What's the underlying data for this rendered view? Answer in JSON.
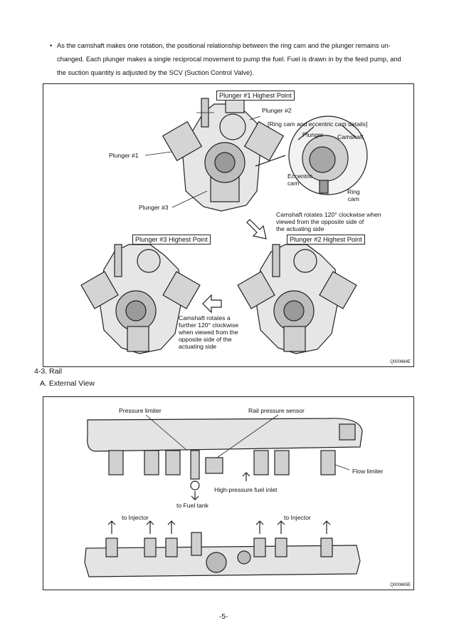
{
  "intro": {
    "bullet": "•",
    "line1": "As the camshaft makes one rotation, the positional relationship between the ring cam and the plunger remains un-",
    "line2": "changed. Each plunger makes a single reciprocal movement to pump the fuel. Fuel is drawn in by the feed pump, and",
    "line3": "the suction quantity is adjusted by the SCV (Suction Control Valve)."
  },
  "figure1": {
    "title_top": "Plunger #1 Highest Point",
    "plunger2": "Plunger #2",
    "plunger1": "Plunger #1",
    "plunger3": "Plunger #3",
    "detail_title": "[Ring cam and eccentric cam details]",
    "detail_plunger": "Plunger",
    "detail_camshaft": "Camshaft",
    "detail_eccentric": "Eccentric cam",
    "detail_eccentric_l1": "Eccentric",
    "detail_eccentric_l2": "cam",
    "detail_ring_l1": "Ring",
    "detail_ring_l2": "cam",
    "rot1_l1": "Camshaft rotates 120° clockwise when",
    "rot1_l2": "viewed from the opposite side of",
    "rot1_l3": "the actuating side",
    "title_left": "Plunger #3 Highest Point",
    "title_right": "Plunger #2 Highest Point",
    "rot2_l1": "Camshaft rotates a",
    "rot2_l2": "further 120° clockwise",
    "rot2_l3": "when viewed from the",
    "rot2_l4": "opposite side of the",
    "rot2_l5": "actuating side",
    "code": "Q000664E"
  },
  "section": {
    "heading": "4-3.   Rail",
    "subheading": "A.   External View"
  },
  "figure2": {
    "pressure_limiter": "Pressure limiter",
    "rail_sensor": "Rail pressure sensor",
    "flow_limiter": "Flow limiter",
    "hp_inlet": "High-pressure fuel inlet",
    "fuel_tank": "to Fuel tank",
    "to_injector_left": "to Injector",
    "to_injector_right": "to Injector",
    "code": "Q000665E"
  },
  "footer": {
    "page": "-5-"
  }
}
